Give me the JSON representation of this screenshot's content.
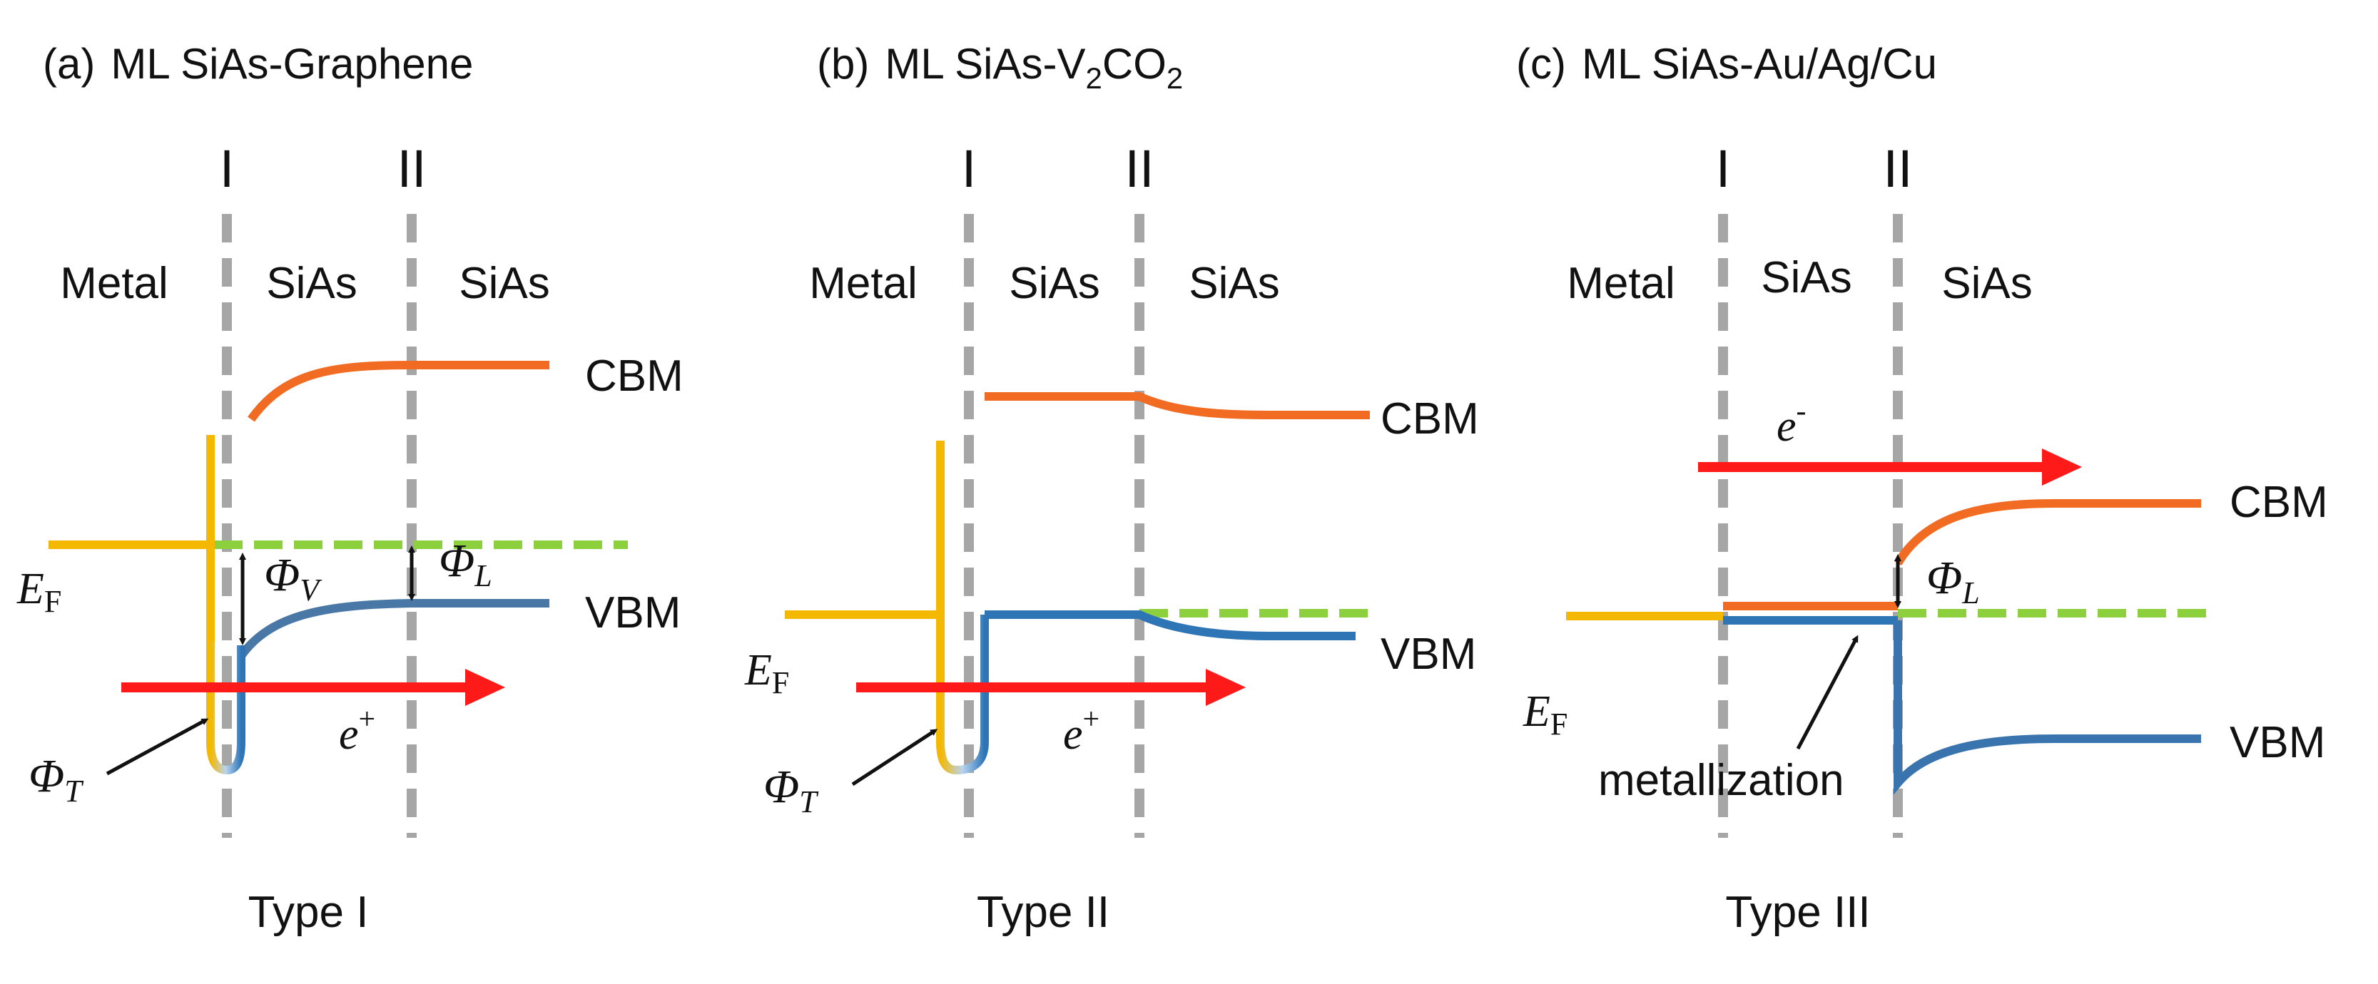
{
  "colors": {
    "metal": "#F5B800",
    "cbm": "#F26B22",
    "vbm": "#2E75B6",
    "fermi_dashed": "#8DD03E",
    "interface_dash": "#A6A6A6",
    "arrow": "#FF1A1A",
    "arrow_glow": "#FFB3A0",
    "text": "#111111"
  },
  "panels": [
    {
      "tag": "(a)",
      "prefix": "ML SiAs-",
      "title_main": "Graphene",
      "title_sub": "",
      "title_tail": "",
      "interface_i": "I",
      "interface_ii": "II",
      "region_metal": "Metal",
      "region_sias_1": "SiAs",
      "region_sias_2": "SiAs",
      "cbm": "CBM",
      "vbm": "VBM",
      "ef_main": "E",
      "ef_sub": "F",
      "phi_t_main": "Φ",
      "phi_t_sub": "T",
      "phi_v_main": "Φ",
      "phi_v_sub": "V",
      "phi_l_main": "Φ",
      "phi_l_sub": "L",
      "carrier_main": "e",
      "carrier_sup": "+",
      "type": "Type I"
    },
    {
      "tag": "(b)",
      "prefix": "ML SiAs-V",
      "title_main": "",
      "title_sub": "2",
      "title_tail": "CO",
      "title_sub2": "2",
      "interface_i": "I",
      "interface_ii": "II",
      "region_metal": "Metal",
      "region_sias_1": "SiAs",
      "region_sias_2": "SiAs",
      "cbm": "CBM",
      "vbm": "VBM",
      "ef_main": "E",
      "ef_sub": "F",
      "phi_t_main": "Φ",
      "phi_t_sub": "T",
      "carrier_main": "e",
      "carrier_sup": "+",
      "type": "Type II"
    },
    {
      "tag": "(c)",
      "prefix": "ML SiAs-",
      "title_main": "Au/Ag/Cu",
      "title_sub": "",
      "title_tail": "",
      "interface_i": "I",
      "interface_ii": "II",
      "region_metal": "Metal",
      "region_sias_1": "SiAs",
      "region_sias_2": "SiAs",
      "cbm": "CBM",
      "vbm": "VBM",
      "ef_main": "E",
      "ef_sub": "F",
      "phi_l_main": "Φ",
      "phi_l_sub": "L",
      "carrier_main": "e",
      "carrier_sup": "-",
      "metallization": "metallization",
      "type": "Type III"
    }
  ]
}
